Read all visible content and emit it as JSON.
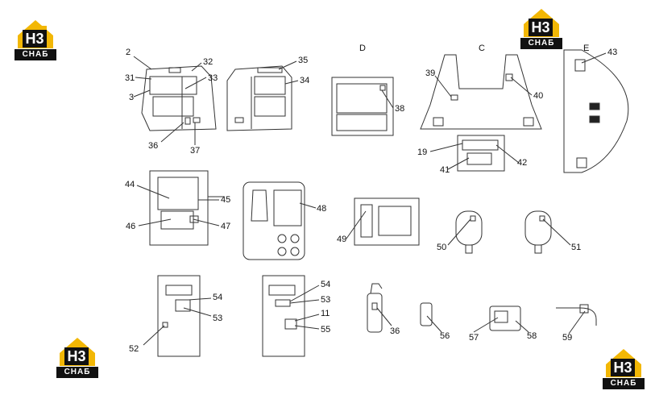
{
  "logos": [
    {
      "mark": "H3",
      "brand": "CHAБ"
    },
    {
      "mark": "H3",
      "brand": "CHAБ"
    },
    {
      "mark": "H3",
      "brand": "CHAБ"
    },
    {
      "mark": "H3",
      "brand": "CHAБ"
    }
  ],
  "view_letters": [
    "D",
    "C",
    "E"
  ],
  "callouts": [
    "2",
    "31",
    "3",
    "32",
    "33",
    "36",
    "37",
    "35",
    "34",
    "38",
    "39",
    "40",
    "19",
    "41",
    "42",
    "43",
    "44",
    "45",
    "46",
    "47",
    "48",
    "49",
    "50",
    "51",
    "54",
    "53",
    "52",
    "54",
    "53",
    "11",
    "55",
    "36",
    "56",
    "57",
    "58",
    "59"
  ],
  "colors": {
    "line": "#333333",
    "logo_yellow": "#f2b705",
    "logo_dark": "#111111"
  }
}
